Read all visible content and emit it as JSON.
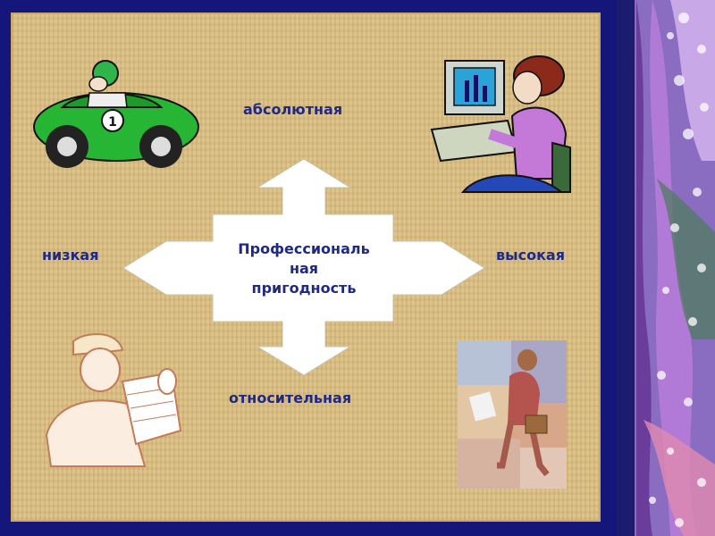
{
  "diagram": {
    "center_lines": [
      "Профессиональ",
      "ная",
      "пригодность"
    ],
    "label_top": "абсолютная",
    "label_bottom": "относительная",
    "label_left": "низкая",
    "label_right": "высокая"
  },
  "colors": {
    "frame": "#15167a",
    "panel": "#d9bd84",
    "label_text": "#1f2a86",
    "arrow_fill": "#ffffff",
    "car": "#27b534"
  },
  "illustrations": [
    "race-car-driver-clipart",
    "woman-at-computer-clipart",
    "worker-with-blueprints-clipart",
    "businesswoman-walking-photo"
  ]
}
